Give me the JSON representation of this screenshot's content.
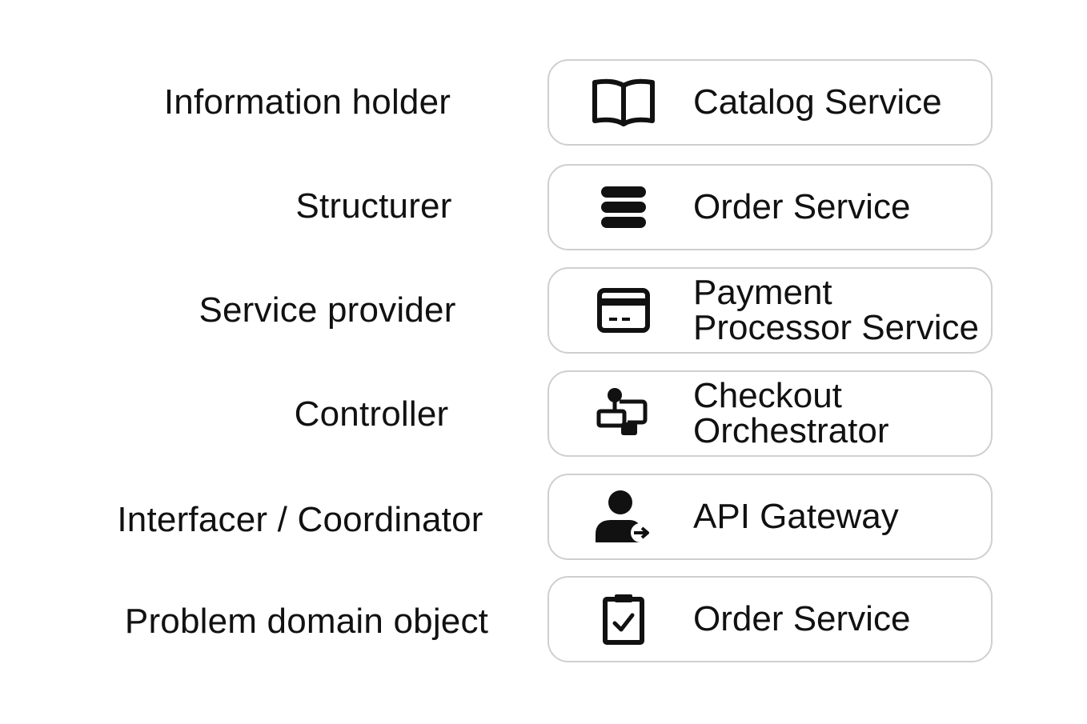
{
  "rows": [
    {
      "role": "Information holder",
      "service": [
        "Catalog Service"
      ],
      "icon": "open-book-icon"
    },
    {
      "role": "Structurer",
      "service": [
        "Order Service"
      ],
      "icon": "stacked-layers-icon"
    },
    {
      "role": "Service provider",
      "service": [
        "Payment",
        "Processor Service"
      ],
      "icon": "credit-card-icon"
    },
    {
      "role": "Controller",
      "service": [
        "Checkout",
        "Orchestrator"
      ],
      "icon": "workflow-icon"
    },
    {
      "role": "Interfacer / Coordinator",
      "service": [
        "API Gateway"
      ],
      "icon": "user-forward-icon"
    },
    {
      "role": "Problem domain object",
      "service": [
        "Order Service"
      ],
      "icon": "clipboard-check-icon"
    }
  ]
}
